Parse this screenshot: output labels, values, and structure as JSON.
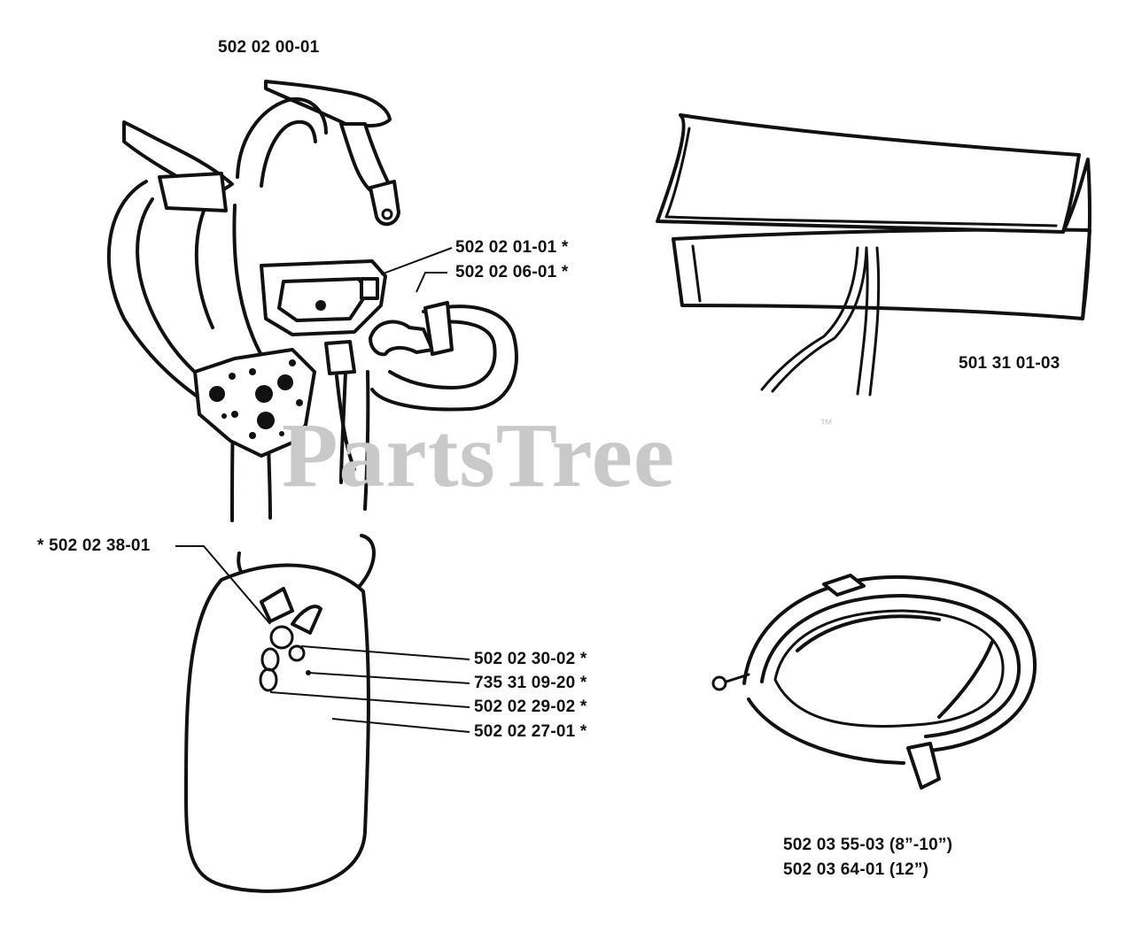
{
  "watermark": {
    "text": "PartsTree",
    "trademark": "™"
  },
  "labels": {
    "harness": "502 02 00-01",
    "part_a": "502 02 01-01  *",
    "part_b": "502 02 06-01  *",
    "hip_pad_hook": "*  502 02 38-01",
    "part_c": "502 02 30-02  *",
    "part_d": "735 31 09-20  *",
    "part_e": "502 02 29-02  *",
    "part_f": "502 02 27-01  *",
    "tool_bag": "501 31 01-03",
    "belt_1": "502 03 55-03 (8”-10”)",
    "belt_2": "502 03 64-01 (12”)"
  }
}
